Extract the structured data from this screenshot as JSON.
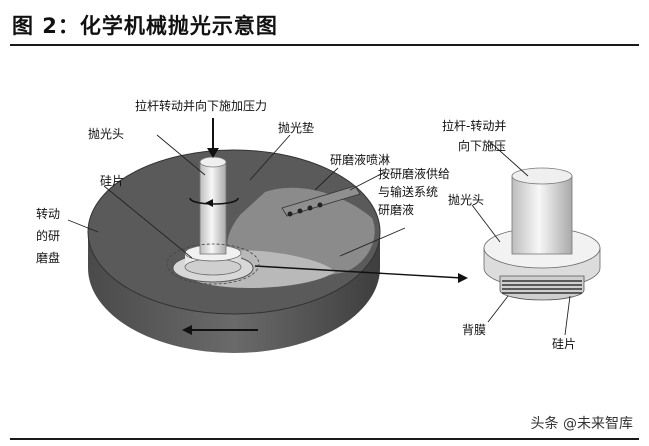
{
  "title": "图 2：化学机械抛光示意图",
  "labels": {
    "pressure": "拉杆转动并向下施加压力",
    "polish_head": "抛光头",
    "polish_pad": "抛光垫",
    "slurry_nozzle": "研磨液喷淋",
    "wafer": "硅片",
    "slurry_system_1": "按研磨液供给",
    "slurry_system_2": "与输送系统",
    "slurry": "研磨液",
    "rotating_disc_1": "转动",
    "rotating_disc_2": "的研",
    "rotating_disc_3": "磨盘",
    "detail_pressure_1": "拉杆-转动并",
    "detail_pressure_2": "向下施压",
    "detail_head": "抛光头",
    "backing_film": "背膜",
    "detail_wafer": "硅片"
  },
  "watermark": "头条 @未来智库"
}
